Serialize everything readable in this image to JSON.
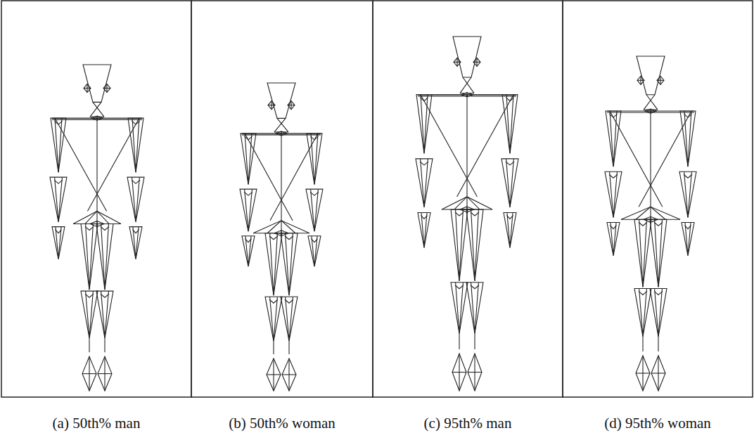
{
  "diagram": {
    "labels": [
      "(a) 50th% man",
      "(b) 50th% woman",
      "(c) 95th% man",
      "(d) 95th% woman"
    ]
  }
}
